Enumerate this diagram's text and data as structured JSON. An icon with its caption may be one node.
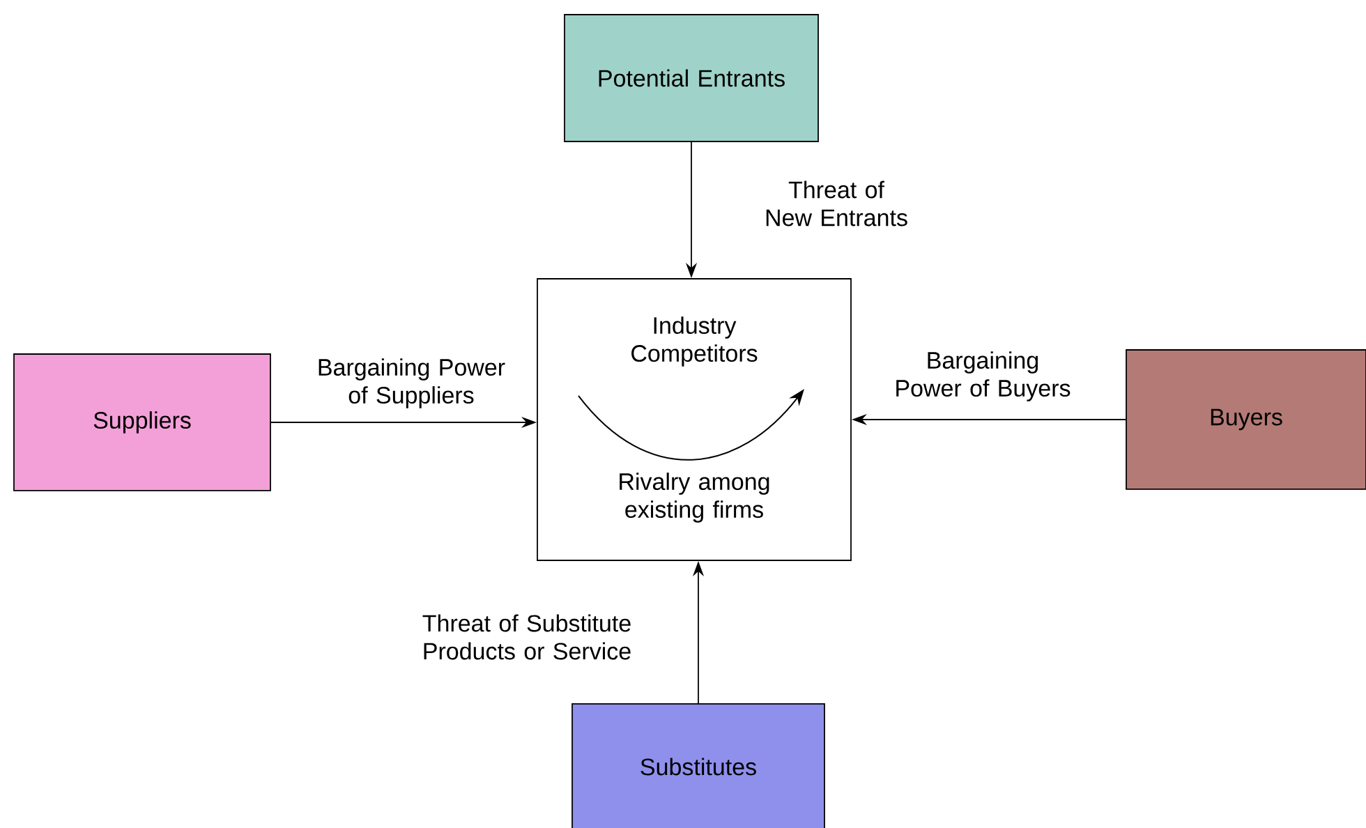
{
  "diagram": {
    "nodes": [
      {
        "text": [
          "Potential Entrants"
        ]
      },
      {
        "text": [
          "Suppliers"
        ]
      },
      {
        "text": [
          "Industry Competitors",
          "Rivalry among existing firms"
        ]
      },
      {
        "text": [
          "Buyers"
        ]
      },
      {
        "text": [
          "Substitutes"
        ]
      }
    ],
    "edges": [
      {
        "from": 0,
        "to": 2,
        "arrow": "to",
        "label": "Threat of New Entrants"
      },
      {
        "from": 1,
        "to": 2,
        "arrow": "to",
        "label": "Bargaining Power of Suppliers"
      },
      {
        "from": 3,
        "to": 2,
        "arrow": "to",
        "label": "Bargaining Power of Buyers"
      },
      {
        "from": 4,
        "to": 2,
        "arrow": "to",
        "label": "Threat of Substitute Products or Service"
      }
    ]
  }
}
